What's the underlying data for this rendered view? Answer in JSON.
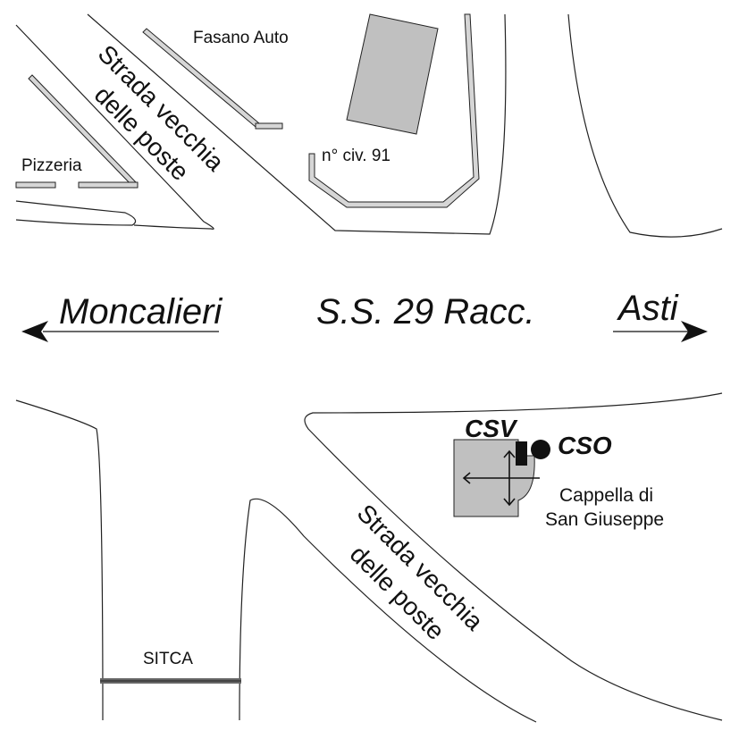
{
  "labels": {
    "fasano_auto": "Fasano Auto",
    "pizzeria": "Pizzeria",
    "civic_number": "n° civ. 91",
    "street_north_line1": "Strada vecchia",
    "street_north_line2": "delle poste",
    "moncalieri": "Moncalieri",
    "highway": "S.S. 29 Racc.",
    "asti": "Asti",
    "csv": "CSV",
    "cso": "CSO",
    "chapel_line1": "Cappella di",
    "chapel_line2": "San Giuseppe",
    "street_south_line1": "Strada vecchia",
    "street_south_line2": "delle poste",
    "sitca": "SITCA"
  },
  "colors": {
    "road_line": "#222222",
    "building_fill": "#c0c0c0",
    "wall_fill": "#d6d6d6",
    "ink": "#111111"
  },
  "icons": {
    "left_arrow": "arrow-left-icon",
    "right_arrow": "arrow-right-icon",
    "cross": "cross-icon"
  }
}
